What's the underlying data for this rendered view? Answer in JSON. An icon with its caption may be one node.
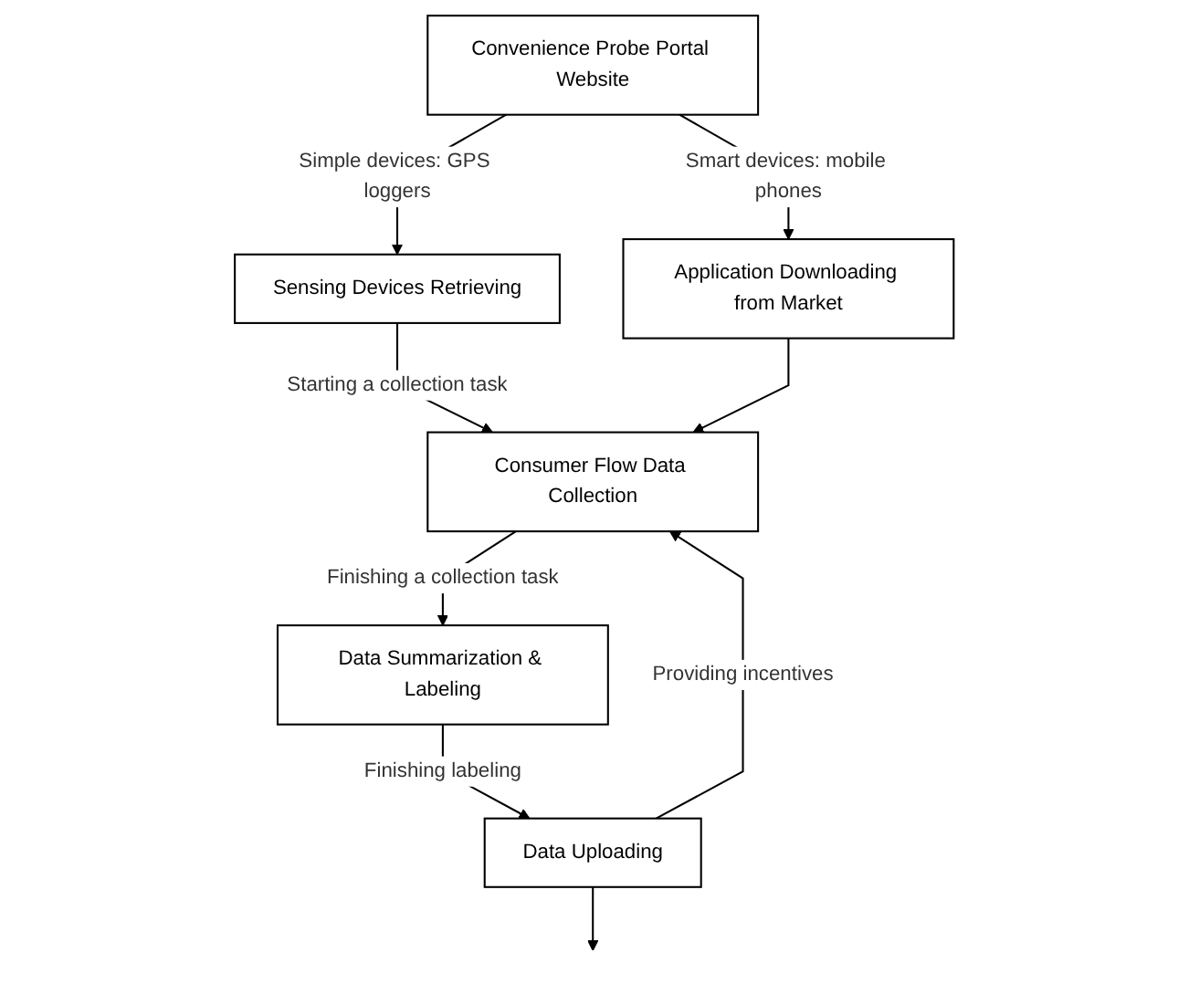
{
  "diagram": {
    "nodes": [
      {
        "text": [
          "Convenience Probe Portal Website"
        ]
      },
      {
        "text": [
          "Sensing Devices Retrieving"
        ]
      },
      {
        "text": [
          "Application Downloading from Market"
        ]
      },
      {
        "text": [
          "Consumer Flow Data Collection"
        ]
      },
      {
        "text": [
          "Data Summarization & Labeling"
        ]
      },
      {
        "text": [
          "Data Uploading"
        ]
      }
    ],
    "edges": [
      {
        "from": 0,
        "to": 1,
        "arrow": "to",
        "label": "Simple devices: GPS loggers"
      },
      {
        "from": 0,
        "to": 2,
        "arrow": "to",
        "label": "Smart devices: mobile phones"
      },
      {
        "from": 1,
        "to": 3,
        "arrow": "to",
        "label": "Starting a collection task"
      },
      {
        "from": 2,
        "to": 3,
        "arrow": "to"
      },
      {
        "from": 3,
        "to": 4,
        "arrow": "to",
        "label": "Finishing a collection task"
      },
      {
        "from": 4,
        "to": 5,
        "arrow": "to",
        "label": "Finishing labeling"
      },
      {
        "from": 5,
        "to": null,
        "arrow": "to"
      },
      {
        "from": 5,
        "to": 3,
        "arrow": "to",
        "label": "Providing incentives"
      }
    ]
  }
}
